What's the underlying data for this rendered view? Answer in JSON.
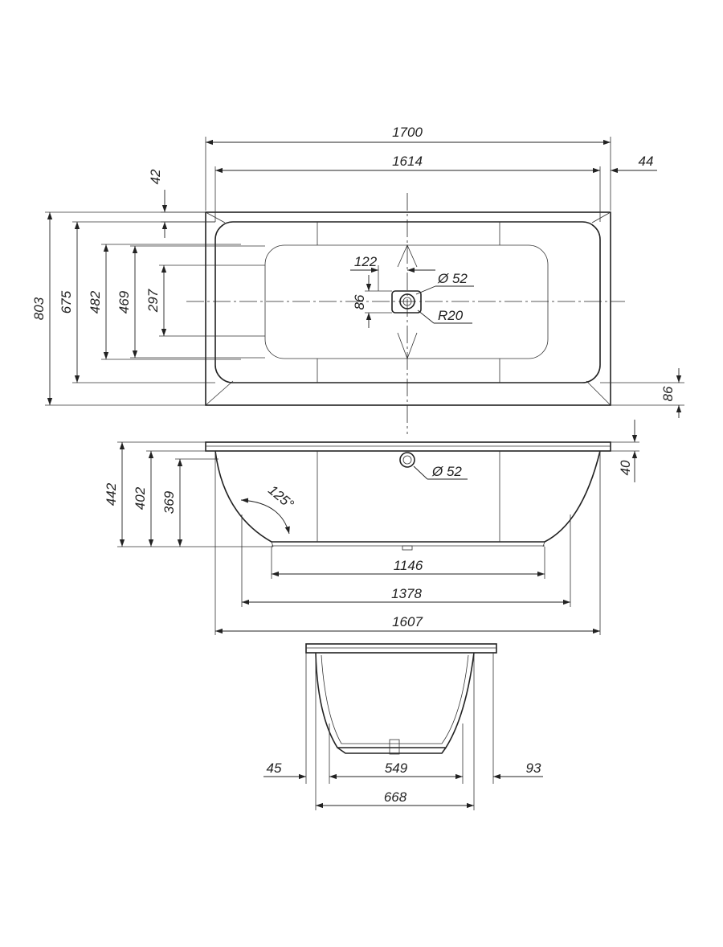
{
  "top_view": {
    "dims": {
      "overall_length": "1700",
      "inner_length": "1614",
      "rim_right": "44",
      "rim_top": "42",
      "overall_width": "803",
      "width_675": "675",
      "width_482": "482",
      "width_469": "469",
      "width_297": "297",
      "drain_offset": "122",
      "drain_diameter": "Ø 52",
      "drain_height": "86",
      "drain_radius": "R20",
      "rim_bottom_right": "86"
    }
  },
  "side_view": {
    "dims": {
      "overflow_diameter": "Ø 52",
      "rim_thickness": "40",
      "height_442": "442",
      "height_402": "402",
      "height_369": "369",
      "back_angle": "125°",
      "floor_1146": "1146",
      "length_1378": "1378",
      "length_1607": "1607"
    }
  },
  "end_view": {
    "dims": {
      "left_offset": "45",
      "floor_549": "549",
      "right_offset": "93",
      "width_668": "668"
    }
  }
}
